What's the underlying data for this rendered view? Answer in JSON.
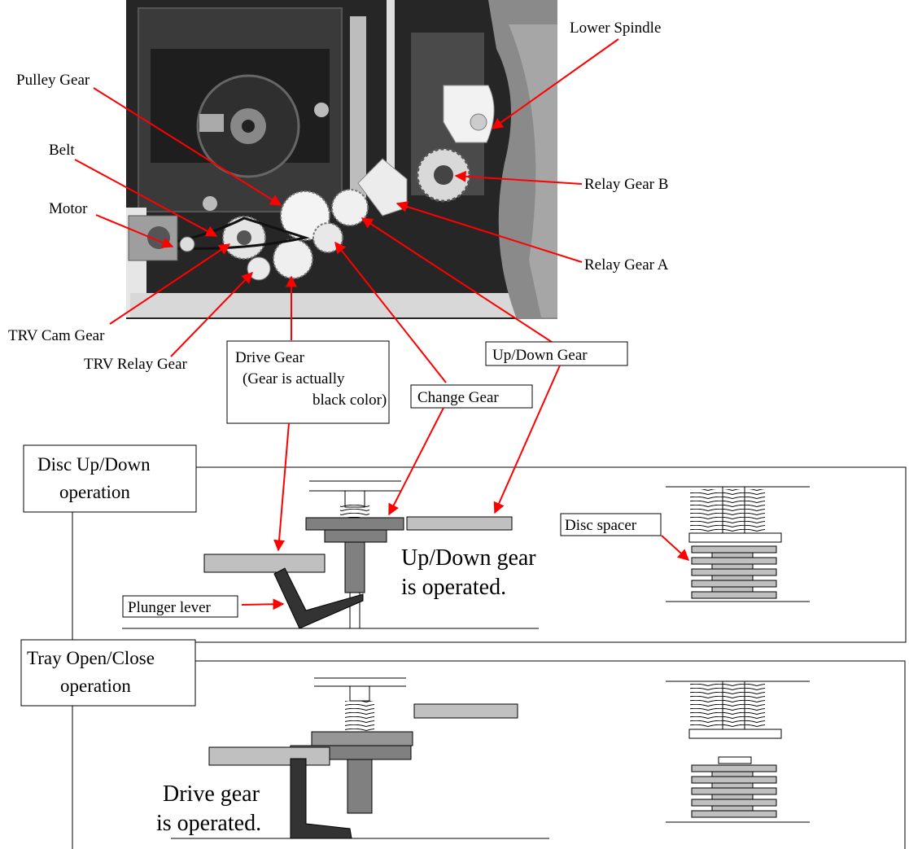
{
  "photo_labels": {
    "lower_spindle": "Lower Spindle",
    "pulley_gear": "Pulley Gear",
    "belt": "Belt",
    "motor": "Motor",
    "relay_gear_b": "Relay Gear B",
    "relay_gear_a": "Relay Gear A",
    "trv_cam_gear": "TRV Cam Gear",
    "trv_relay_gear": "TRV Relay Gear"
  },
  "boxed_labels": {
    "drive_gear": "Drive Gear",
    "drive_gear_note_1": "(Gear is actually",
    "drive_gear_note_2": "black color)",
    "change_gear": "Change Gear",
    "up_down_gear": "Up/Down Gear"
  },
  "panel_disc": {
    "title_1": "Disc Up/Down",
    "title_2": "operation",
    "disc_spacer": "Disc spacer",
    "plunger_lever": "Plunger lever",
    "status_1": "Up/Down gear",
    "status_2": "is operated."
  },
  "panel_tray": {
    "title_1": "Tray Open/Close",
    "title_2": "operation",
    "status_1": "Drive gear",
    "status_2": "is operated."
  },
  "colors": {
    "arrow": "#ff0000",
    "light_gray": "#c0c0c0",
    "mid_gray": "#969696",
    "dark_gray": "#808080",
    "lever": "#333333",
    "photo_bg": "#262626"
  }
}
